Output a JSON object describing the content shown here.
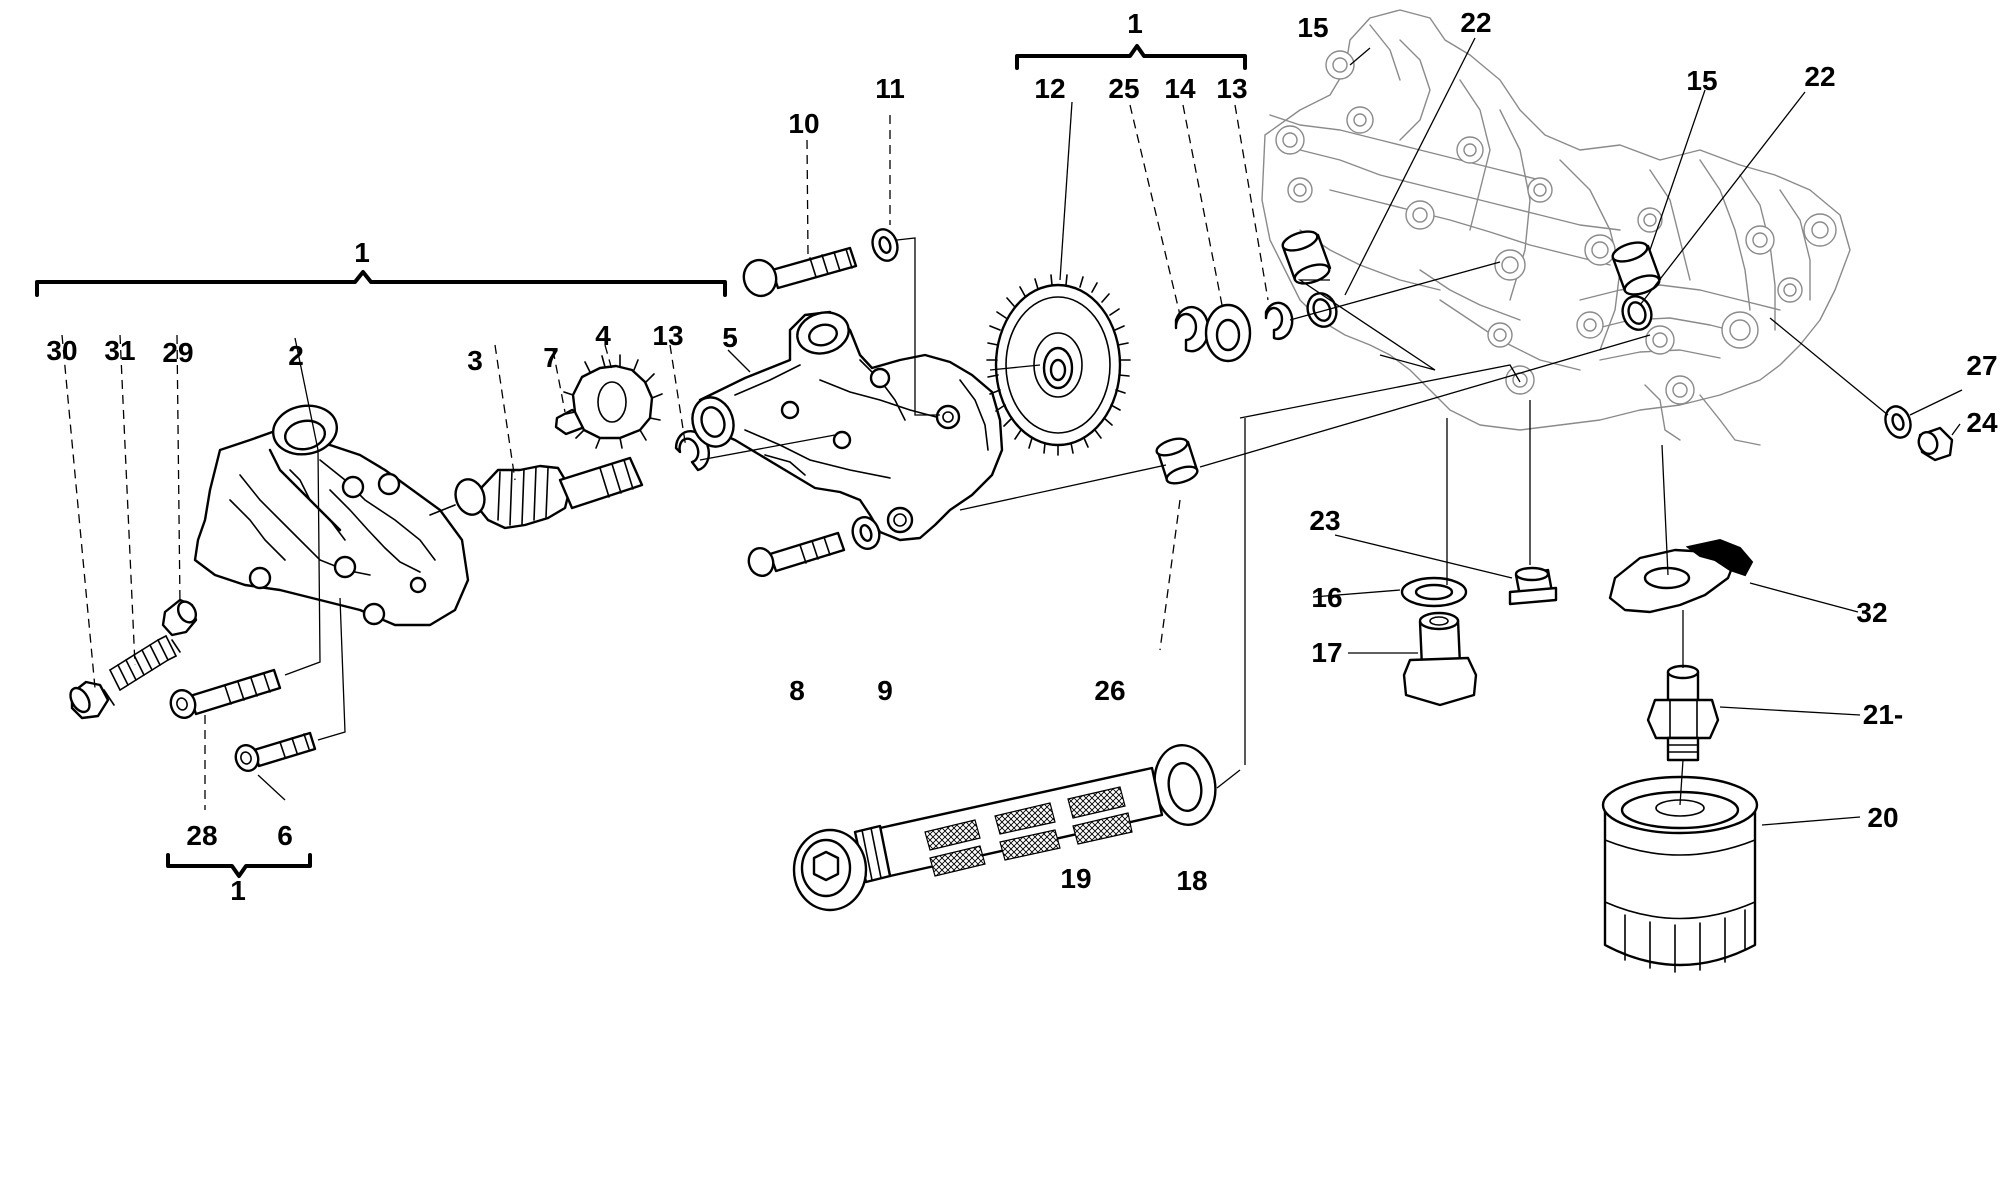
{
  "callouts": {
    "n1_left": "1",
    "n1_top": "1",
    "n1_bottom": "1",
    "n2": "2",
    "n3": "3",
    "n4": "4",
    "n5": "5",
    "n6": "6",
    "n7": "7",
    "n8": "8",
    "n9": "9",
    "n10": "10",
    "n11": "11",
    "n12": "12",
    "n13a": "13",
    "n13b": "13",
    "n14": "14",
    "n15a": "15",
    "n15b": "15",
    "n16": "16",
    "n17": "17",
    "n18": "18",
    "n19": "19",
    "n20": "20",
    "n21": "21-",
    "n22a": "22",
    "n22b": "22",
    "n23": "23",
    "n24": "24",
    "n25": "25",
    "n26": "26",
    "n27": "27",
    "n28": "28",
    "n29": "29",
    "n30": "30",
    "n31": "31",
    "n32": "32"
  }
}
